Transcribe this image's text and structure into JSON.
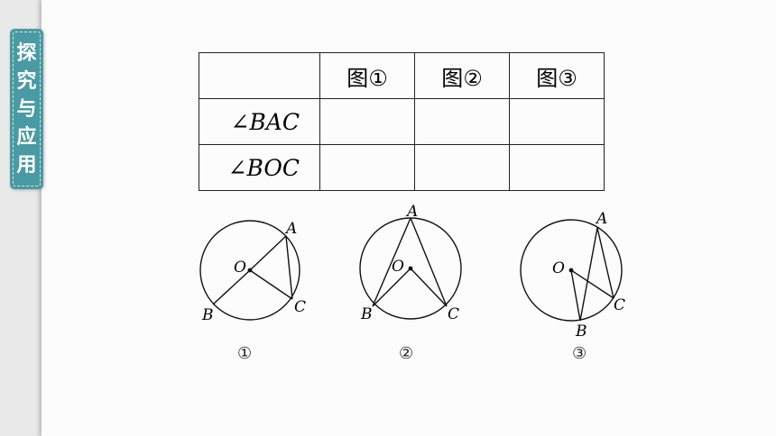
{
  "sidebar": {
    "tab_chars": [
      "探",
      "究",
      "与",
      "应",
      "用"
    ]
  },
  "table": {
    "headers": [
      "",
      "图①",
      "图②",
      "图③"
    ],
    "rows": [
      {
        "label": "∠BAC",
        "cells": [
          "",
          "",
          ""
        ]
      },
      {
        "label": "∠BOC",
        "cells": [
          "",
          "",
          ""
        ]
      }
    ]
  },
  "figures": [
    {
      "caption": "①",
      "labels": {
        "A": "A",
        "B": "B",
        "C": "C",
        "O": "O"
      }
    },
    {
      "caption": "②",
      "labels": {
        "A": "A",
        "B": "B",
        "C": "C",
        "O": "O"
      }
    },
    {
      "caption": "③",
      "labels": {
        "A": "A",
        "B": "B",
        "C": "C",
        "O": "O"
      }
    }
  ]
}
